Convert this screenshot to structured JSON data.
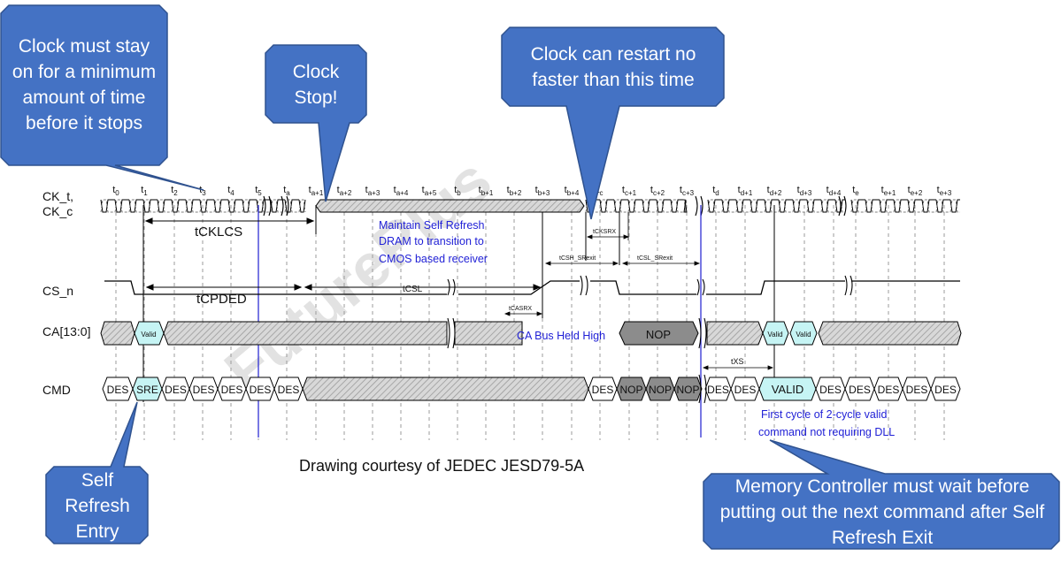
{
  "callouts": {
    "clock_min_on": "Clock must stay on for a minimum amount of time before it stops",
    "clock_stop": "Clock Stop!",
    "clock_restart": "Clock can restart no faster than this time",
    "self_refresh_entry": "Self Refresh Entry",
    "controller_wait": "Memory Controller must wait before putting out the next command after Self Refresh Exit"
  },
  "caption": "Drawing courtesy of JEDEC JESD79-5A",
  "watermark": "FuturePlus",
  "signals": {
    "ck": "CK_t,\nCK_c",
    "cs": "CS_n",
    "ca": "CA[13:0]",
    "cmd": "CMD"
  },
  "time_labels": [
    "t0",
    "t1",
    "t2",
    "t3",
    "t4",
    "t5",
    "ta",
    "ta+1",
    "ta+2",
    "ta+3",
    "ta+4",
    "ta+5",
    "tb",
    "tb+1",
    "tb+2",
    "tb+3",
    "tb+4",
    "tc",
    "tc+1",
    "tc+2",
    "tc+3",
    "td",
    "td+1",
    "td+2",
    "td+3",
    "td+4",
    "te",
    "te+1",
    "te+2",
    "te+3"
  ],
  "timing": {
    "tCKLCS": "tCKLCS",
    "tCPDED": "tCPDED",
    "tCSL": "tCSL",
    "tCASRX": "tCASRX",
    "tCKSRX": "tCKSRX",
    "tCSH_SRexit": "tCSH_SRexit",
    "tCSL_SRexit": "tCSL_SRexit",
    "tXS": "tXS"
  },
  "annotations": {
    "maintain": "Maintain Self Refresh\nDRAM to transition to\nCMOS based receiver",
    "ca_held_high": "CA Bus Held High",
    "first_cycle": "First cycle of 2-cycle valid\ncommand not requiring DLL"
  },
  "ca_labels": {
    "valid": "Valid",
    "nop": "NOP"
  },
  "cmd_labels": {
    "des": "DES",
    "sre": "SRE",
    "nop": "NOP",
    "valid": "VALID"
  },
  "colors": {
    "callout_fill": "#4472C4",
    "callout_border": "#2F528F",
    "blue_text": "#1f1fd6",
    "cyan_fill": "#c6f4f4",
    "gray_fill": "#8c8c8c",
    "hatch_fill": "#cfcfcf"
  }
}
